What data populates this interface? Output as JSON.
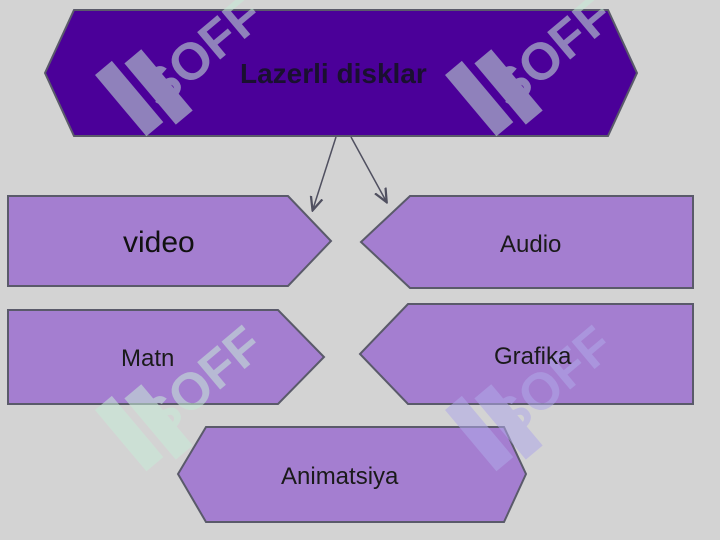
{
  "diagram": {
    "root": {
      "label": "Lazerli disklar",
      "fill": "#4b0099"
    },
    "nodes": [
      {
        "id": "video",
        "label": "video"
      },
      {
        "id": "audio",
        "label": "Audio"
      },
      {
        "id": "matn",
        "label": "Matn"
      },
      {
        "id": "grafika",
        "label": "Grafika"
      },
      {
        "id": "animatsiya",
        "label": "Animatsiya"
      }
    ],
    "node_fill": "#a47ed0",
    "node_stroke": "#5a5a6a",
    "arrow_color": "#505060"
  },
  "watermark": {
    "text": "SOFF",
    "color_green": "#c8ecd8",
    "color_blue": "#b0a8e8"
  }
}
